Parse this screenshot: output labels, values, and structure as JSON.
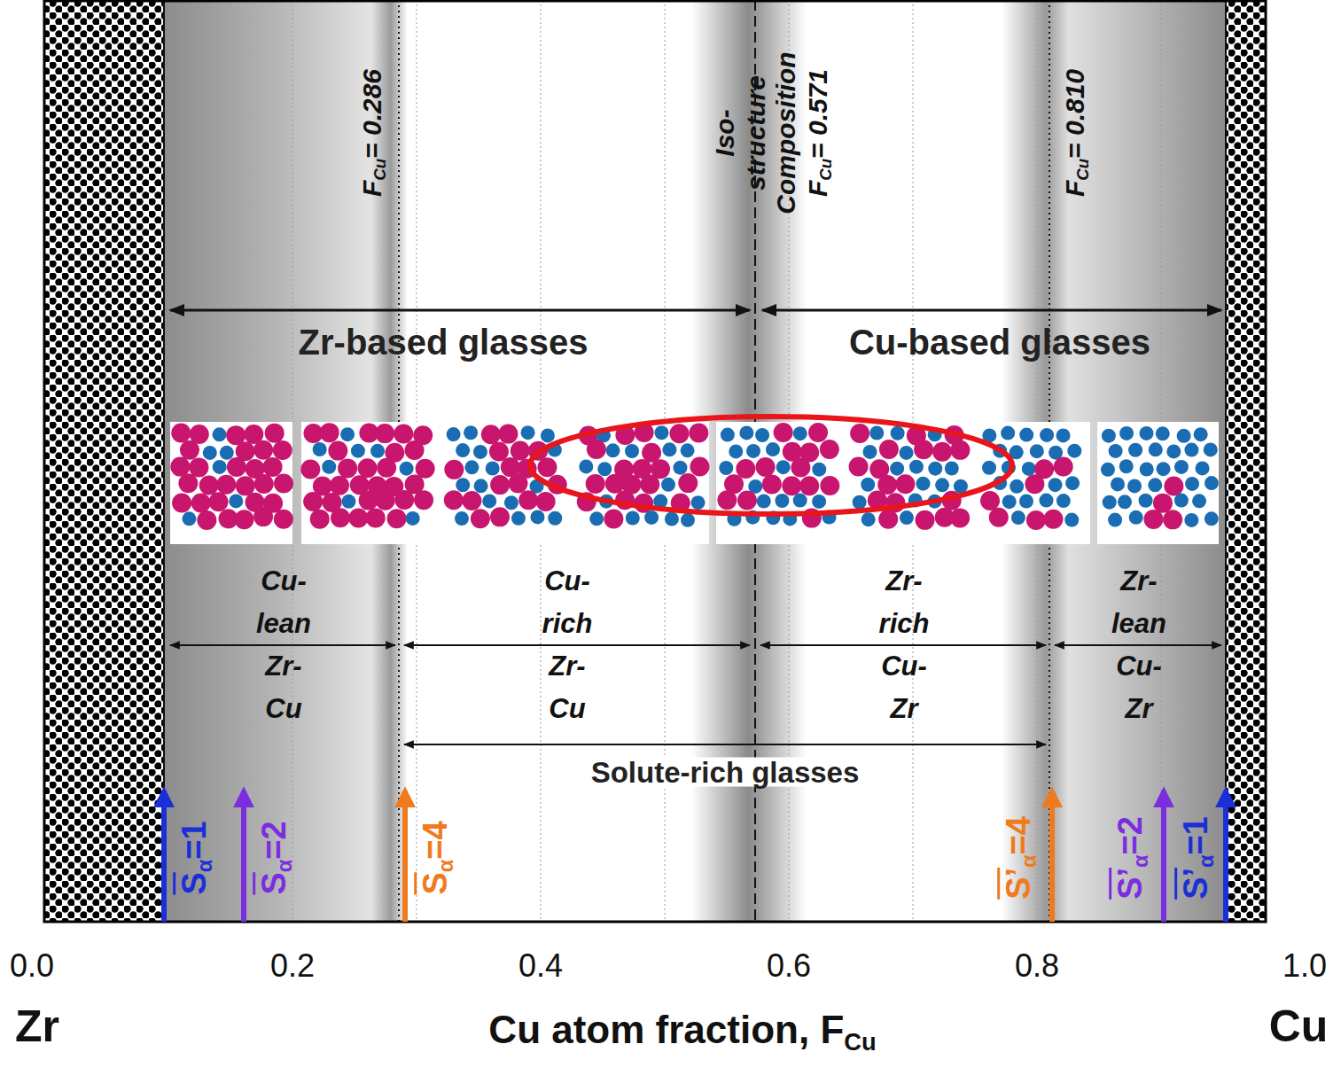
{
  "diagram": {
    "labels": [
      "F",
      "Cu",
      "= 0.286",
      "Iso-structure Composition",
      "F",
      "Cu",
      "= 0.571",
      "F",
      "Cu",
      "= 0.810",
      "Zr-based glasses",
      "Cu-based glasses",
      "Cu-lean Zr-Cu",
      "Cu-rich Zr-Cu",
      "Zr-rich Cu-Zr",
      "Zr-lean Cu-Zr",
      "Solute-rich glasses",
      "S",
      "α",
      "=1",
      "S",
      "α",
      "=2",
      "S",
      "α",
      "=4",
      "S’",
      "α",
      "=4",
      "S’",
      "α",
      "=2",
      "S’",
      "α",
      "=1",
      "0.0",
      "0.2",
      "0.4",
      "0.6",
      "0.8",
      "1.0",
      "Zr",
      "Cu atom fraction, F",
      "Cu",
      "Cu"
    ]
  }
}
